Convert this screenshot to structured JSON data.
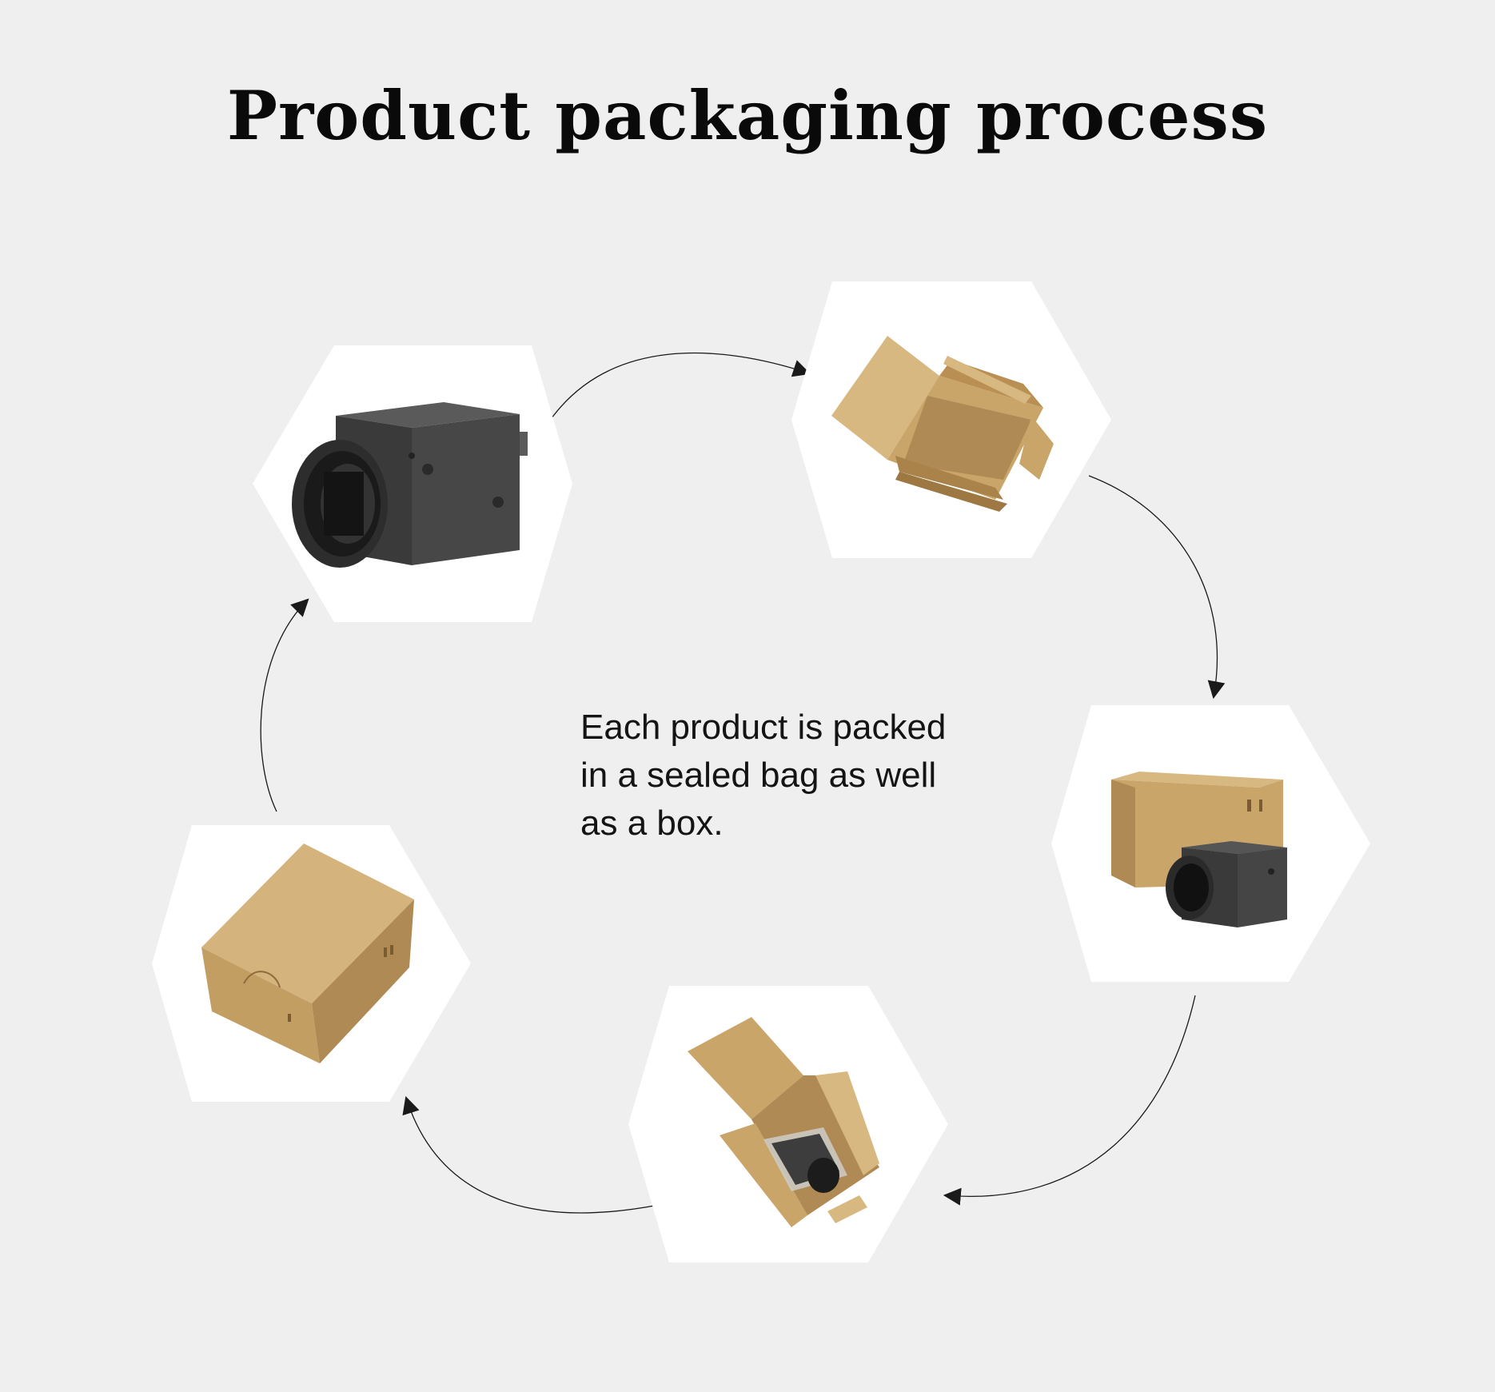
{
  "title": "Product packaging process",
  "caption": {
    "lines": [
      "Each product is packed",
      "in a sealed bag as well",
      "as a box."
    ]
  },
  "steps": [
    {
      "id": "camera",
      "illustration": "industrial-camera"
    },
    {
      "id": "open-box",
      "illustration": "open-cardboard-box"
    },
    {
      "id": "box-and-camera",
      "illustration": "camera-beside-box"
    },
    {
      "id": "camera-in-box",
      "illustration": "bagged-camera-in-open-box"
    },
    {
      "id": "closed-box",
      "illustration": "closed-cardboard-box"
    }
  ],
  "colors": {
    "background": "#efefef",
    "hexagon": "#ffffff",
    "cardboard": "#c9a56a",
    "cardboard_dark": "#a9834a",
    "camera_body": "#4a4a4a",
    "camera_dark": "#262626",
    "arrow": "#1a1a1a"
  }
}
